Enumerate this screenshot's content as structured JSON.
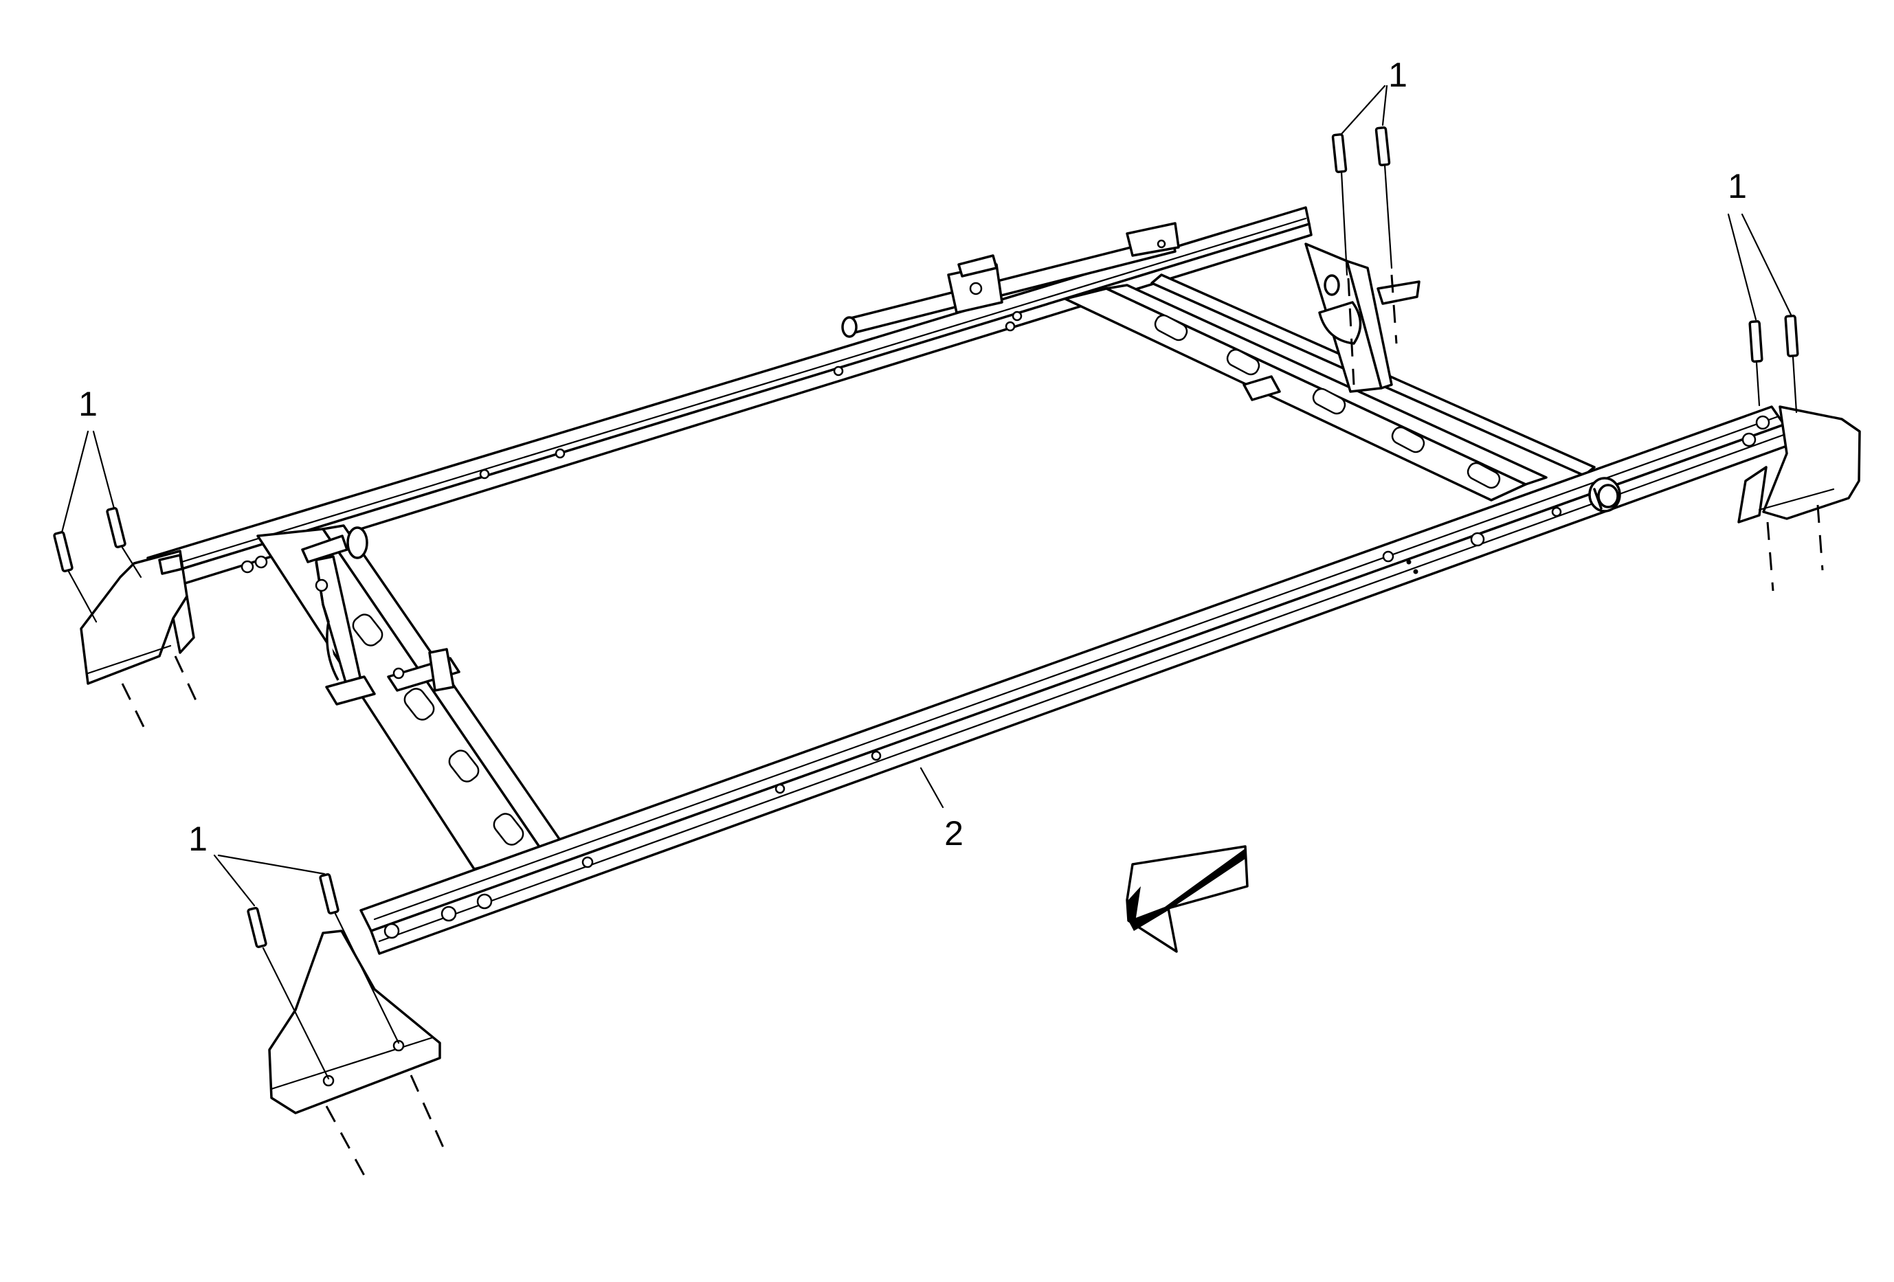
{
  "callouts": {
    "bolts_top_center": "1",
    "bolts_top_right": "1",
    "bolts_left": "1",
    "bolts_bottom_left": "1",
    "frame_rail": "2"
  },
  "icons": {
    "direction_arrow": "arrow-front-icon"
  }
}
